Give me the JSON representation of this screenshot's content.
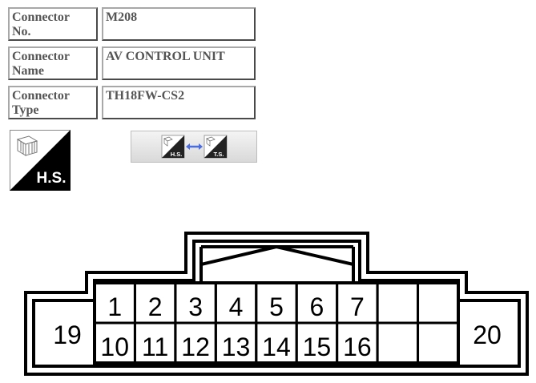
{
  "connector_info": {
    "number_label": "Connector\nNo.",
    "number_value": "M208",
    "name_label": "Connector\nName",
    "name_value": "AV CONTROL UNIT",
    "type_label": "Connector\nType",
    "type_value": "TH18FW-CS2"
  },
  "harness_side_icon": {
    "label": "H.S."
  },
  "toggle_view_button": {
    "left_label": "H.S.",
    "right_label": "T.S."
  },
  "connector": {
    "top_row_pins": [
      "1",
      "2",
      "3",
      "4",
      "5",
      "6",
      "7",
      "",
      ""
    ],
    "bottom_row_pins": [
      "10",
      "11",
      "12",
      "13",
      "14",
      "15",
      "16",
      "",
      ""
    ],
    "left_pin": "19",
    "right_pin": "20"
  }
}
